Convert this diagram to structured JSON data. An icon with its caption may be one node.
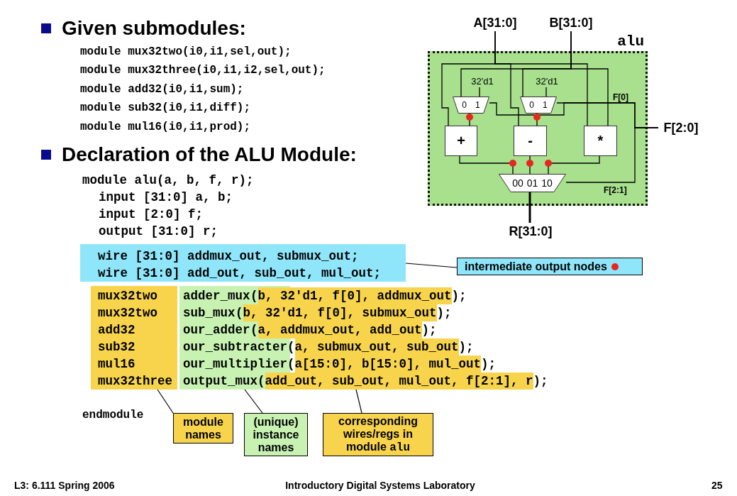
{
  "diagram": {
    "nodes": [
      {
        "text": [
          "wire [31:0] addmux_out, submux_out;",
          "wire [31:0] add_out, sub_out, mul_out;"
        ]
      },
      {
        "text": [
          "intermediate output nodes"
        ]
      },
      {
        "text": [
          "mux32two",
          "mux32two",
          "add32",
          "sub32",
          "mul16",
          "mux32three"
        ]
      },
      {
        "text": [
          "adder_mux",
          "sub_mux",
          "our_adder",
          "our_subtracter",
          "our_multiplier",
          "output_mux"
        ]
      },
      {
        "text": [
          "b, 32'd1, f[0], addmux_out"
        ],
        "beside": [
          "(",
          ");"
        ]
      },
      {
        "text": [
          "b, 32'd1, f[0], submux_out"
        ],
        "beside": [
          "(",
          ");"
        ]
      },
      {
        "text": [
          "a, addmux_out, add_out"
        ],
        "beside": [
          "(",
          ");"
        ]
      },
      {
        "text": [
          "a, submux_out, sub_out"
        ],
        "beside": [
          "(",
          ");"
        ]
      },
      {
        "text": [
          "a[15:0], b[15:0], mul_out"
        ],
        "beside": [
          "(",
          ");"
        ]
      },
      {
        "text": [
          "add_out, sub_out, mul_out, f[2:1], r"
        ],
        "beside": [
          "(",
          ");"
        ]
      },
      {
        "text": [
          "module names"
        ]
      },
      {
        "text": [
          "(unique) instance names"
        ]
      },
      {
        "text": [
          "corresponding wires/regs in module",
          "alu"
        ]
      },
      {
        "text": [
          "alu"
        ]
      },
      {
        "text": [
          "A[31:0]"
        ]
      },
      {
        "text": [
          "B[31:0]"
        ]
      },
      {
        "text": [
          "32'd1"
        ],
        "in": 13
      },
      {
        "text": [
          "32'd1"
        ],
        "in": 13
      },
      {
        "text": [
          "0",
          "1"
        ],
        "in": 13
      },
      {
        "text": [
          "0",
          "1"
        ],
        "in": 13
      },
      {
        "text": [
          "+"
        ],
        "in": 13
      },
      {
        "text": [
          "-"
        ],
        "in": 13
      },
      {
        "text": [
          "*"
        ],
        "in": 13
      },
      {
        "text": [
          "00",
          "01",
          "10"
        ],
        "in": 13
      },
      {
        "text": [
          "F[2:0]"
        ]
      },
      {
        "text": [
          "R[31:0]"
        ]
      }
    ],
    "edges": [
      {
        "from": 1,
        "to": 0,
        "arrow": "none"
      },
      {
        "from": 10,
        "to": 2,
        "arrow": "none"
      },
      {
        "from": 11,
        "to": 3,
        "arrow": "none"
      },
      {
        "from": 12,
        "to": 9,
        "arrow": "none"
      },
      {
        "from": 14,
        "to": 20,
        "arrow": "none"
      },
      {
        "from": 14,
        "to": 21,
        "arrow": "none"
      },
      {
        "from": 14,
        "to": 22,
        "arrow": "none"
      },
      {
        "from": 15,
        "to": 18,
        "arrow": "none"
      },
      {
        "from": 15,
        "to": 19,
        "arrow": "none"
      },
      {
        "from": 15,
        "to": 22,
        "arrow": "none"
      },
      {
        "from": 16,
        "to": 18,
        "arrow": "none"
      },
      {
        "from": 17,
        "to": 19,
        "arrow": "none"
      },
      {
        "from": 18,
        "to": 20,
        "arrow": "none"
      },
      {
        "from": 19,
        "to": 21,
        "arrow": "none"
      },
      {
        "from": 20,
        "to": 23,
        "arrow": "none"
      },
      {
        "from": 21,
        "to": 23,
        "arrow": "none"
      },
      {
        "from": 22,
        "to": 23,
        "arrow": "none"
      },
      {
        "from": 24,
        "to": 18,
        "arrow": "none"
      },
      {
        "from": 24,
        "to": 19,
        "arrow": "none"
      },
      {
        "from": 24,
        "to": 23,
        "arrow": "none"
      },
      {
        "from": 23,
        "to": 25,
        "arrow": "none",
        "style": "thick"
      }
    ],
    "labels": [
      "Given submodules:",
      "module mux32two(i0,i1,sel,out);",
      "module mux32three(i0,i1,i2,sel,out);",
      "module add32(i0,i1,sum);",
      "module sub32(i0,i1,diff);",
      "module mul16(i0,i1,prod);",
      "Declaration of the ALU Module:",
      "module alu(a, b, f, r);",
      "input [31:0] a, b;",
      "input [2:0] f;",
      "output [31:0] r;",
      "endmodule",
      "F[0]",
      "F[2:1]",
      "L3: 6.111 Spring 2006",
      "Introductory Digital Systems Laboratory",
      "25"
    ]
  }
}
